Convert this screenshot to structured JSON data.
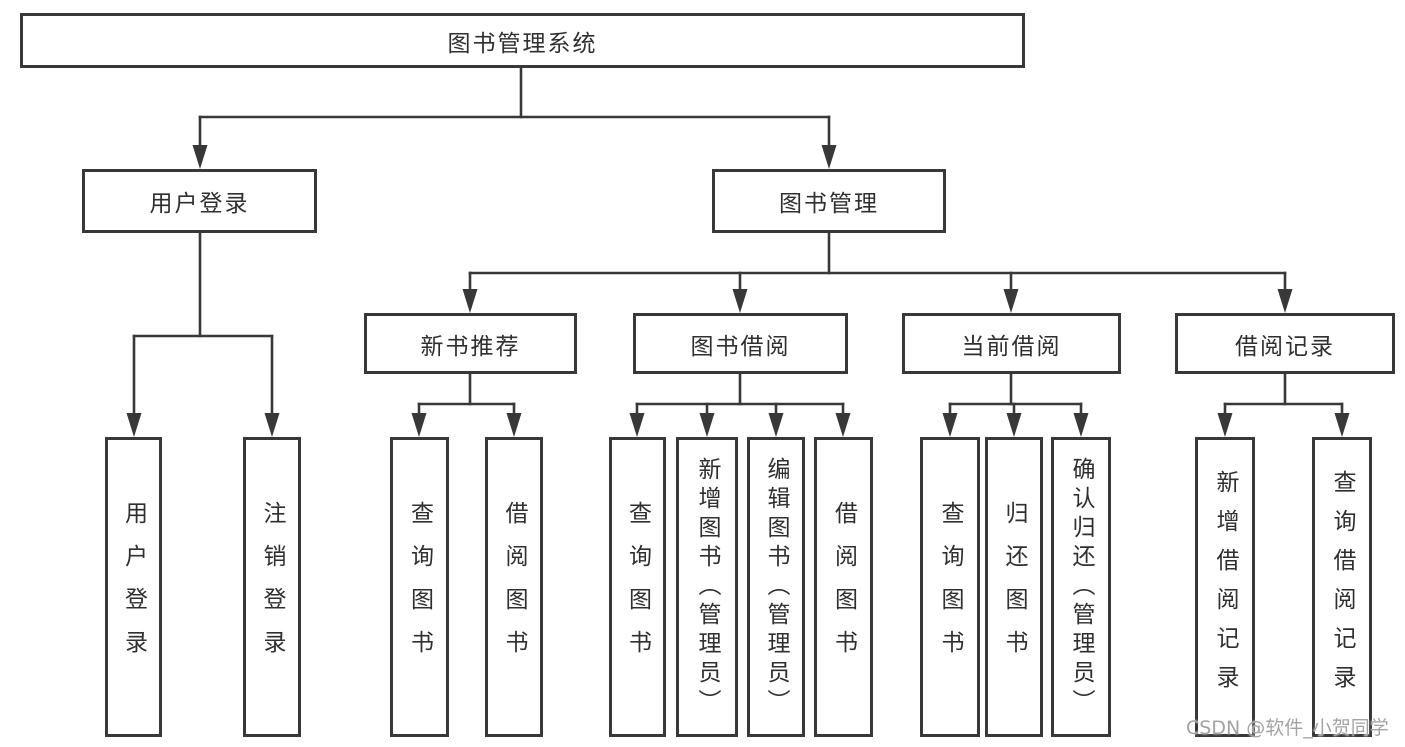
{
  "diagram": {
    "root": {
      "id": "root",
      "label": "图书管理系统"
    },
    "level2": [
      {
        "id": "user-login",
        "label": "用户登录",
        "parent": "root"
      },
      {
        "id": "book-mgmt",
        "label": "图书管理",
        "parent": "root"
      }
    ],
    "level3": [
      {
        "id": "new-book-recommend",
        "label": "新书推荐",
        "parent": "book-mgmt"
      },
      {
        "id": "book-borrow",
        "label": "图书借阅",
        "parent": "book-mgmt"
      },
      {
        "id": "current-borrow",
        "label": "当前借阅",
        "parent": "book-mgmt"
      },
      {
        "id": "borrow-records",
        "label": "借阅记录",
        "parent": "book-mgmt"
      }
    ],
    "leaves": [
      {
        "label": "用户登录",
        "parent": "user-login"
      },
      {
        "label": "注销登录",
        "parent": "user-login"
      },
      {
        "label": "查询图书",
        "parent": "new-book-recommend"
      },
      {
        "label": "借阅图书",
        "parent": "new-book-recommend"
      },
      {
        "label": "查询图书",
        "parent": "book-borrow"
      },
      {
        "label": "新增图书（管理员）",
        "parent": "book-borrow"
      },
      {
        "label": "编辑图书（管理员）",
        "parent": "book-borrow"
      },
      {
        "label": "借阅图书",
        "parent": "book-borrow"
      },
      {
        "label": "查询图书",
        "parent": "current-borrow"
      },
      {
        "label": "归还图书",
        "parent": "current-borrow"
      },
      {
        "label": "确认归还（管理员）",
        "parent": "current-borrow"
      },
      {
        "label": "新增借阅记录",
        "parent": "borrow-records"
      },
      {
        "label": "查询借阅记录",
        "parent": "borrow-records"
      }
    ],
    "colors": {
      "line": "#383838",
      "box_border": "#383838",
      "text": "#2f2f2f",
      "watermark": "#a3a3a3",
      "background": "#ffffff"
    }
  },
  "watermark": {
    "text": "CSDN @软件_小贺同学"
  }
}
